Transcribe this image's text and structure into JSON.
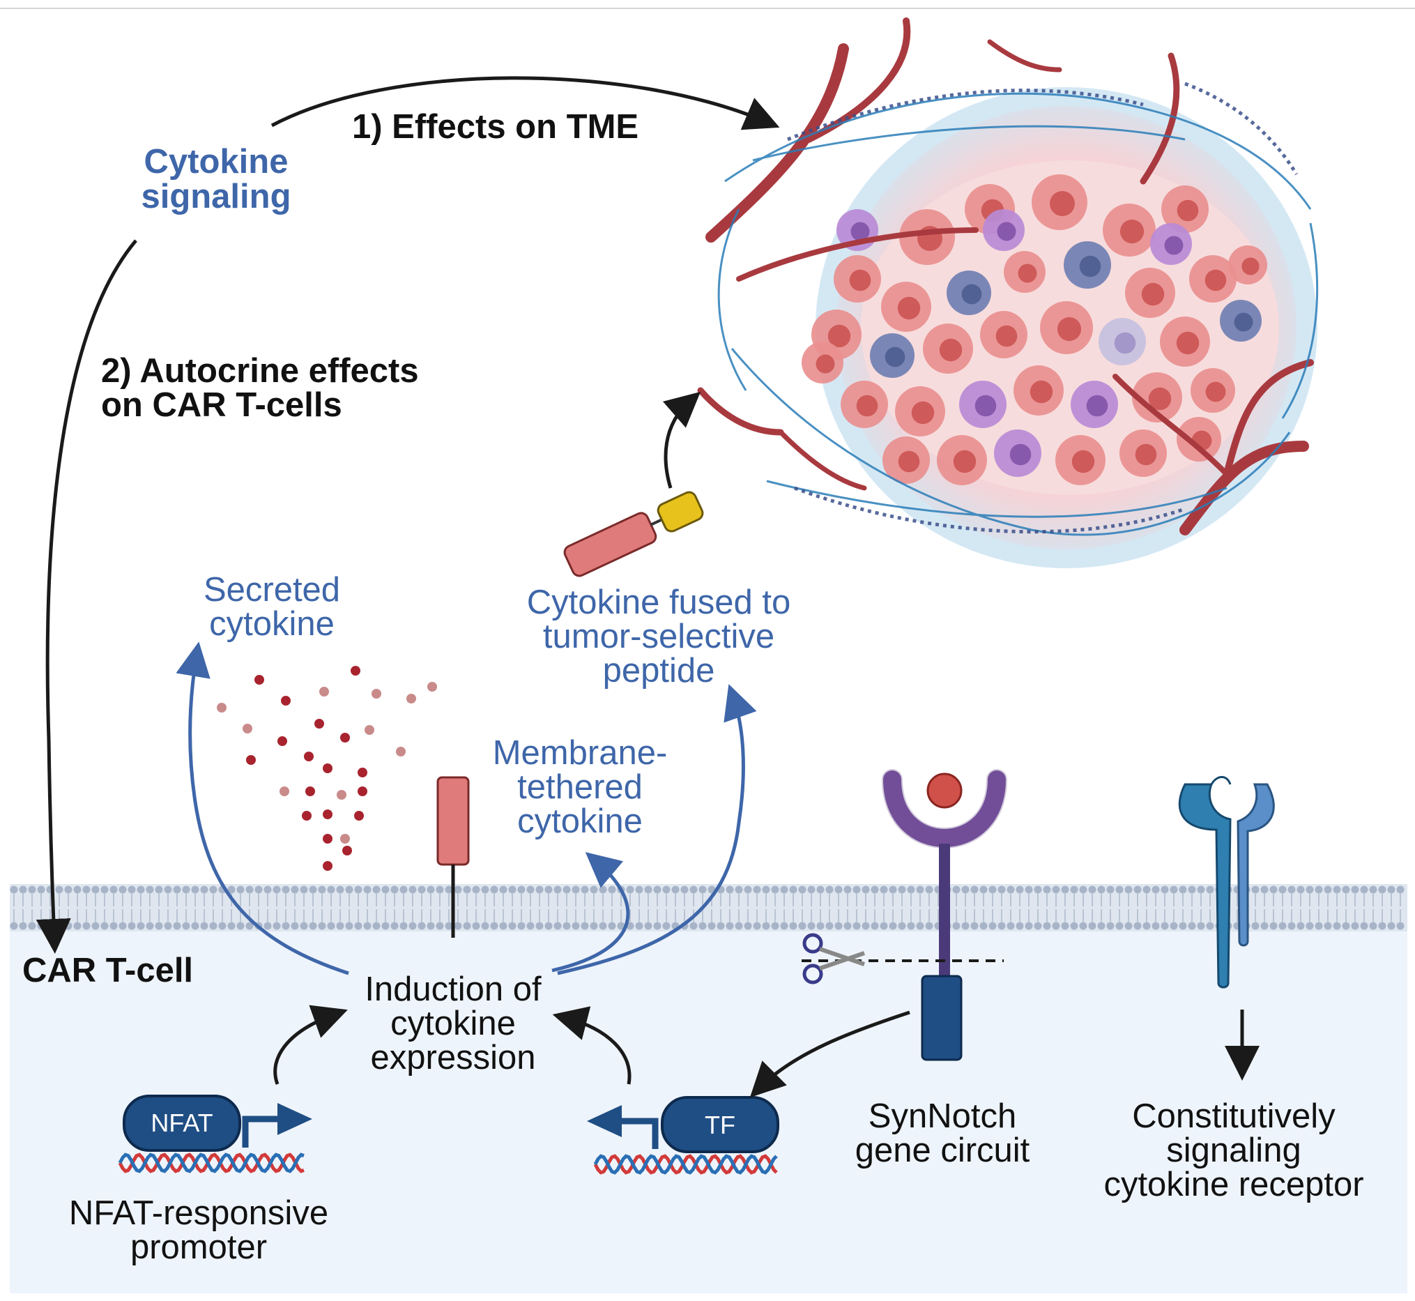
{
  "labels": {
    "cytokine_signaling": [
      "Cytokine",
      "signaling"
    ],
    "effects_tme": "1) Effects on TME",
    "autocrine": [
      "2) Autocrine effects",
      "on CAR T-cells"
    ],
    "car_tcell": "CAR T-cell",
    "secreted": [
      "Secreted",
      "cytokine"
    ],
    "fused": [
      "Cytokine fused to",
      "tumor-selective",
      "peptide"
    ],
    "membrane": [
      "Membrane-",
      "tethered",
      "cytokine"
    ],
    "induction": [
      "Induction of",
      "cytokine",
      "expression"
    ],
    "nfat_box": "NFAT",
    "tf_box": "TF",
    "nfat_promoter": [
      "NFAT-responsive",
      "promoter"
    ],
    "synnotch": [
      "SynNotch",
      "gene circuit"
    ],
    "receptor": [
      "Constitutively",
      "signaling",
      "cytokine receptor"
    ]
  },
  "icons": {
    "tumor": "tumor-microenvironment-illustration",
    "scissors": "scissors-icon",
    "dna": "dna-helix-icon"
  },
  "colors": {
    "blue_text": "#3e66a9",
    "black_text": "#111111",
    "membrane": "#a7b4c8",
    "cell_bg": "#eef4fb",
    "navy_box": "#1f4e84",
    "cytokine_red": "#e07b7b",
    "peptide_yellow": "#e8c21c",
    "synnotch_purple": "#7f5aa6",
    "receptor_teal": "#2f7fb0"
  }
}
